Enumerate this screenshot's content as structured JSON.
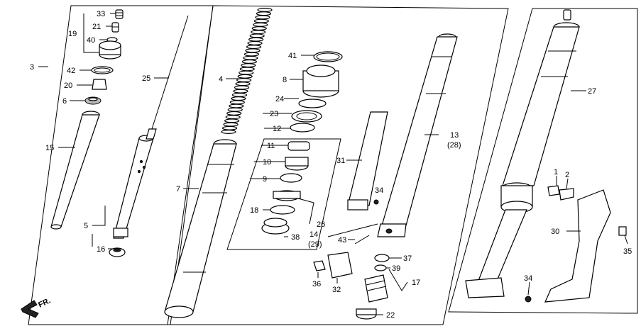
{
  "diagram": {
    "callouts": [
      {
        "id": "c33",
        "text": "33"
      },
      {
        "id": "c21",
        "text": "21"
      },
      {
        "id": "c19",
        "text": "19"
      },
      {
        "id": "c40",
        "text": "40"
      },
      {
        "id": "c3",
        "text": "3"
      },
      {
        "id": "c42",
        "text": "42"
      },
      {
        "id": "c20",
        "text": "20"
      },
      {
        "id": "c6",
        "text": "6"
      },
      {
        "id": "c15",
        "text": "15"
      },
      {
        "id": "c5",
        "text": "5"
      },
      {
        "id": "c16",
        "text": "16"
      },
      {
        "id": "c25",
        "text": "25"
      },
      {
        "id": "c7",
        "text": "7"
      },
      {
        "id": "c4",
        "text": "4"
      },
      {
        "id": "c41",
        "text": "41"
      },
      {
        "id": "c8",
        "text": "8"
      },
      {
        "id": "c24",
        "text": "24"
      },
      {
        "id": "c23",
        "text": "23"
      },
      {
        "id": "c12",
        "text": "12"
      },
      {
        "id": "c11",
        "text": "11"
      },
      {
        "id": "c10",
        "text": "10"
      },
      {
        "id": "c9",
        "text": "9"
      },
      {
        "id": "c18",
        "text": "18"
      },
      {
        "id": "c26",
        "text": "26"
      },
      {
        "id": "c38",
        "text": "38"
      },
      {
        "id": "c31",
        "text": "31"
      },
      {
        "id": "c34a",
        "text": "34"
      },
      {
        "id": "c13",
        "text": "13"
      },
      {
        "id": "c28",
        "text": "(28)"
      },
      {
        "id": "c14",
        "text": "14"
      },
      {
        "id": "c29",
        "text": "(29)"
      },
      {
        "id": "c43",
        "text": "43"
      },
      {
        "id": "c37",
        "text": "37"
      },
      {
        "id": "c39",
        "text": "39"
      },
      {
        "id": "c17",
        "text": "17"
      },
      {
        "id": "c36",
        "text": "36"
      },
      {
        "id": "c32",
        "text": "32"
      },
      {
        "id": "c22",
        "text": "22"
      },
      {
        "id": "c27",
        "text": "27"
      },
      {
        "id": "c1",
        "text": "1"
      },
      {
        "id": "c2",
        "text": "2"
      },
      {
        "id": "c30",
        "text": "30"
      },
      {
        "id": "c35",
        "text": "35"
      },
      {
        "id": "c34b",
        "text": "34"
      }
    ],
    "direction_label": "FR."
  }
}
